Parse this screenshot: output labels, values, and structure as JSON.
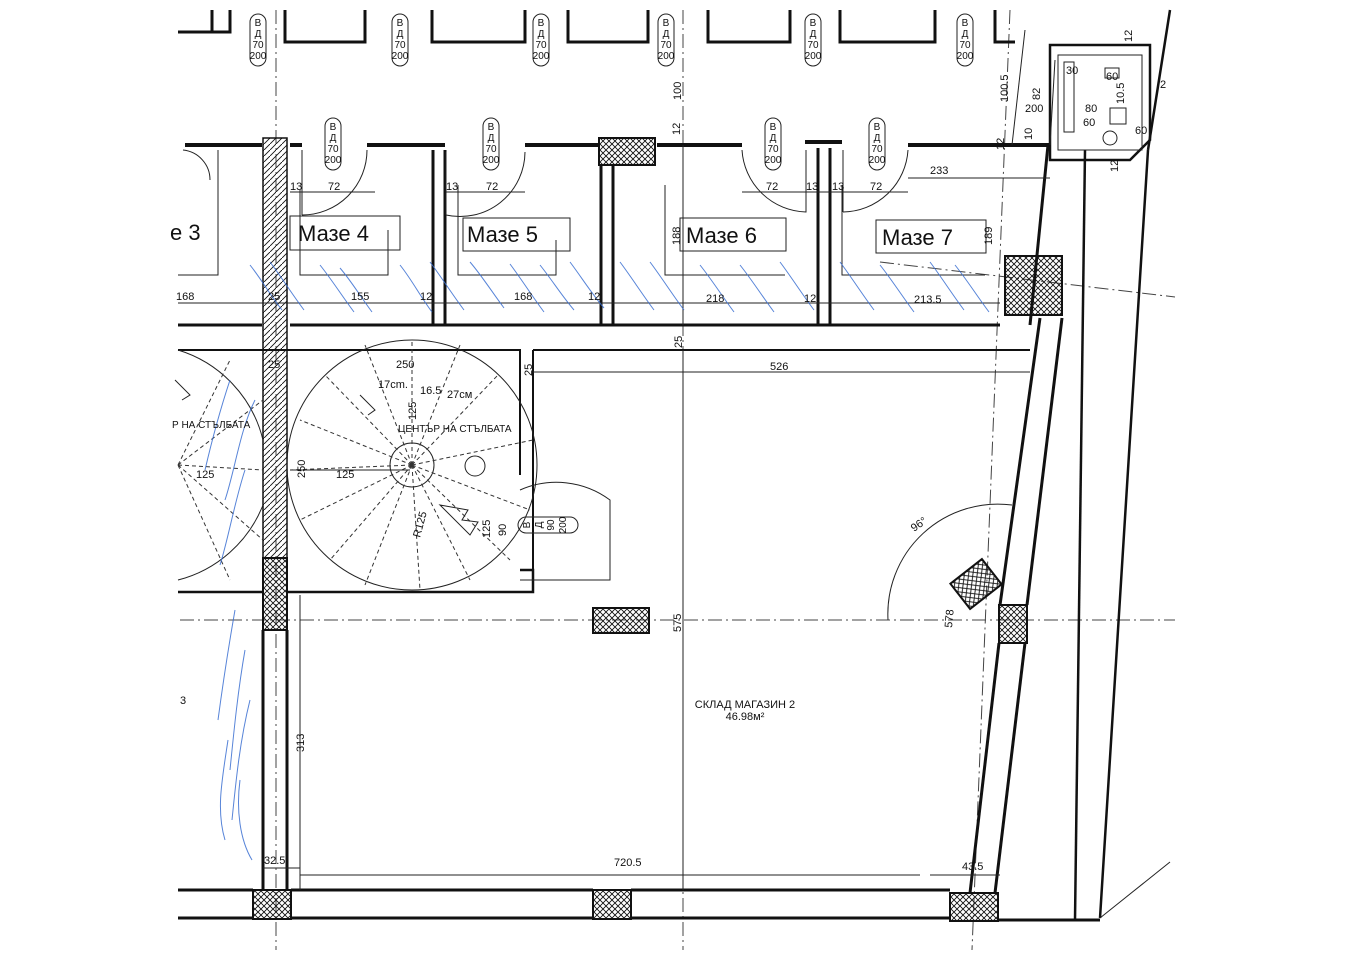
{
  "rooms": {
    "maze3": "е 3",
    "maze4": "Мазе 4",
    "maze5": "Мазе 5",
    "maze6": "Мазе 6",
    "maze7": "Мазе 7"
  },
  "storage": {
    "name": "СКЛАД МАГАЗИН 2",
    "area": "46.98м²"
  },
  "stair_center": {
    "left": "Р НА СТЪЛБАТА",
    "right": "ЦЕНТЪР НА СТЪЛБАТА"
  },
  "door_tag": [
    "В",
    "Д",
    "70",
    "200"
  ],
  "door_tag_small": [
    "В",
    "Д",
    "90",
    "200"
  ],
  "dims": {
    "d100": "100",
    "d12a": "12",
    "d72a": "72",
    "d72b": "72",
    "d72c": "72",
    "d72d": "72",
    "d13a": "13",
    "d13b": "13",
    "d13c": "13",
    "d13d": "13",
    "d233": "233",
    "d188": "188",
    "d189": "189",
    "d168a": "168",
    "d25a": "25",
    "d155": "155",
    "d12b": "12",
    "d168b": "168",
    "d12c": "12",
    "d218": "218",
    "d12d": "12",
    "d213": "213.5",
    "d25b": "25",
    "d250a": "250",
    "d17": "17cm.",
    "d165": "16.5",
    "d27": "27см",
    "d125a": "125",
    "d526": "526",
    "d25c": "25",
    "d25d": "25",
    "d125b": "125",
    "d250b": "250",
    "d125c": "125",
    "dR": "R125",
    "d125d": "125",
    "d90": "90",
    "d96": "96°",
    "d575": "575",
    "d578": "578",
    "d313": "313",
    "d3": "3",
    "d325": "32.5",
    "d7205": "720.5",
    "d435": "43.5",
    "d1005": "100.5",
    "d82": "82",
    "d200": "200",
    "d30": "30",
    "d60a": "60",
    "d80": "80",
    "d60b": "60",
    "d105": "10.5",
    "d60c": "60",
    "d12e": "12",
    "d2": "2",
    "d12f": "12",
    "d10": "10",
    "d12g": "12"
  }
}
